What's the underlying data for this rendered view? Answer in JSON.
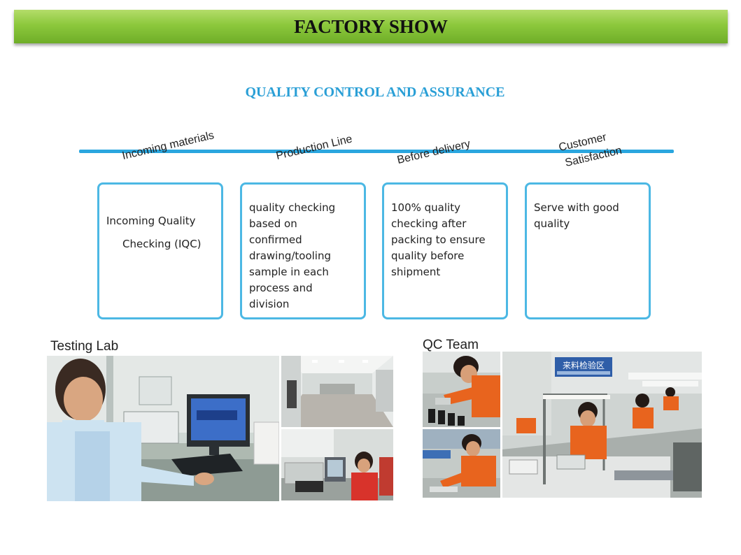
{
  "banner": {
    "title": "FACTORY SHOW"
  },
  "subtitle": "QUALITY CONTROL AND ASSURANCE",
  "stages": [
    {
      "label": "Incoming materials"
    },
    {
      "label": "Production Line"
    },
    {
      "label": "Before delivery"
    },
    {
      "label_line1": "Customer",
      "label_line2": "Satisfaction"
    }
  ],
  "boxes": [
    {
      "line1": "Incoming Quality",
      "line2": "Checking (IQC)"
    },
    {
      "lines": [
        "quality checking",
        "based on",
        "confirmed",
        "drawing/tooling",
        "sample in each",
        "process and",
        "division"
      ]
    },
    {
      "lines": [
        "100% quality",
        "checking after",
        "packing to ensure",
        "quality before",
        "shipment"
      ]
    },
    {
      "lines": [
        "Serve with good",
        "quality"
      ]
    }
  ],
  "sections": {
    "testing_lab": "Testing Lab",
    "qc_team": "QC Team"
  },
  "photo_sign": "来料检验区",
  "colors": {
    "banner_green": "#8cc83c",
    "accent_blue": "#2a9fd6",
    "box_border": "#4cb8e4",
    "uniform_orange": "#e8641e"
  }
}
